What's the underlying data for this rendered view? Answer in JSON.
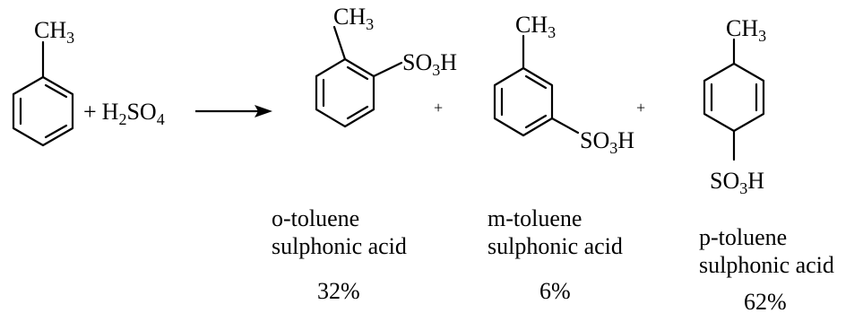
{
  "reaction": {
    "reactant": {
      "substituent": {
        "main": "CH",
        "sub": "3"
      }
    },
    "reagent": {
      "plus": "+",
      "parts": [
        "H",
        "2",
        "SO",
        "4"
      ]
    },
    "products": [
      {
        "id": "ortho",
        "substituent_top": {
          "main": "CH",
          "sub": "3"
        },
        "sulfonic": {
          "pre": "SO",
          "sub": "3",
          "post": "H"
        },
        "name_line1": "o-toluene",
        "name_line2": "sulphonic acid",
        "yield": "32%"
      },
      {
        "id": "meta",
        "substituent_top": {
          "main": "CH",
          "sub": "3"
        },
        "sulfonic": {
          "pre": "SO",
          "sub": "3",
          "post": "H"
        },
        "name_line1": "m-toluene",
        "name_line2": "sulphonic acid",
        "yield": "6%"
      },
      {
        "id": "para",
        "substituent_top": {
          "main": "CH",
          "sub": "3"
        },
        "sulfonic": {
          "pre": "SO",
          "sub": "3",
          "post": "H"
        },
        "name_line1": "p-toluene",
        "name_line2": "sulphonic acid",
        "yield": "62%"
      }
    ],
    "separator_plus": "+"
  }
}
